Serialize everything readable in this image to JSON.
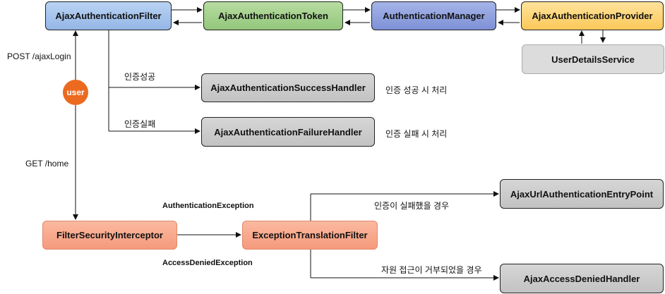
{
  "boxes": {
    "ajax_auth_filter": "AjaxAuthenticationFilter",
    "ajax_auth_token": "AjaxAuthenticationToken",
    "auth_manager": "AuthenticationManager",
    "ajax_auth_provider": "AjaxAuthenticationProvider",
    "user_details_service": "UserDetailsService",
    "success_handler": "AjaxAuthenticationSuccessHandler",
    "failure_handler": "AjaxAuthenticationFailureHandler",
    "filter_security_interceptor": "FilterSecurityInterceptor",
    "exception_translation_filter": "ExceptionTranslationFilter",
    "entry_point": "AjaxUrlAuthenticationEntryPoint",
    "access_denied_handler": "AjaxAccessDeniedHandler"
  },
  "labels": {
    "post_login": "POST /ajaxLogin",
    "user": "user",
    "get_home": "GET /home",
    "auth_success": "인증성공",
    "auth_failure": "인증실패",
    "success_desc": "인증 성공 시 처리",
    "failure_desc": "인증 실패 시 처리",
    "authentication_exception": "AuthenticationException",
    "access_denied_exception": "AccessDeniedException",
    "auth_failed_case": "인증이 실패했을 경우",
    "access_denied_case": "자원 접근이 거부되었을 경우"
  }
}
